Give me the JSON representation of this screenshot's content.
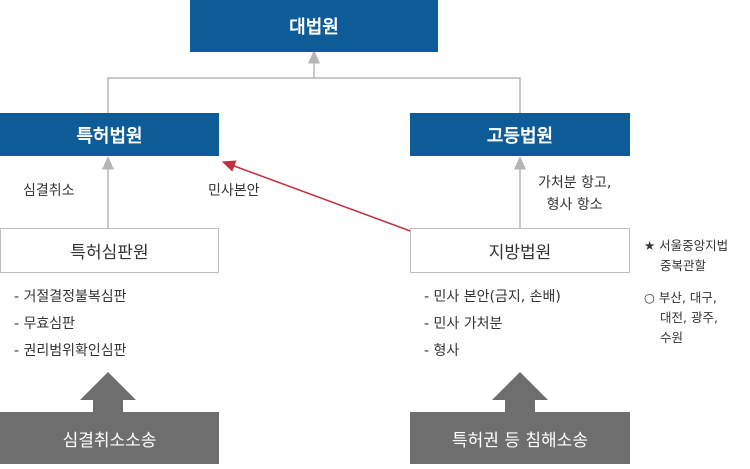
{
  "nodes": {
    "supreme_court": "대법원",
    "patent_court": "특허법원",
    "high_court": "고등법원",
    "patent_tribunal": "특허심판원",
    "district_court": "지방법원",
    "trial_suit": "심결취소소송",
    "infringement_suit": "특허권 등 침해소송"
  },
  "edge_labels": {
    "trial_cancel": "심결취소",
    "civil_merits": "민사본안",
    "high_appeal_line1": "가처분 항고,",
    "high_appeal_line2": "형사 항소"
  },
  "tribunal_list": [
    "- 거절결정불복심판",
    "- 무효심판",
    "- 권리범위확인심판"
  ],
  "district_list": [
    "- 민사 본안(금지, 손배)",
    "- 민사 가처분",
    "- 형사"
  ],
  "notes": {
    "star_line1": "★ 서울중앙지법",
    "star_line2": "중복관할",
    "circle_line1": "○ 부산, 대구,",
    "circle_line2": "대전, 광주,",
    "circle_line3": "수원"
  },
  "colors": {
    "court_blue": "#0d5b97",
    "suit_gray": "#6e6e6e",
    "red_arrow": "#c0313f",
    "line_gray": "#b5b5b5"
  }
}
